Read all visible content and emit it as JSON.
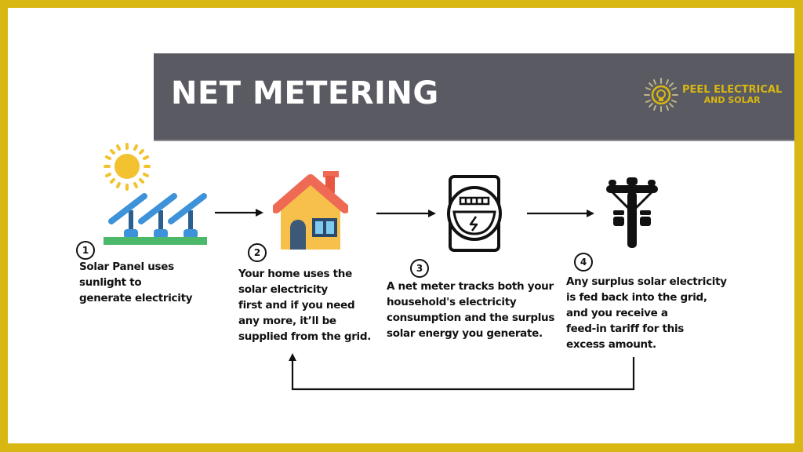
{
  "header": {
    "title": "NET METERING",
    "logo": {
      "line1": "PEEL ELECTRICAL",
      "line2": "AND SOLAR",
      "icon": "sun-bulb-icon"
    }
  },
  "colors": {
    "border": "#D9B713",
    "header_bg": "#5A5A62",
    "title": "#FFFFFF",
    "logo": "#D9B713"
  },
  "steps": [
    {
      "number": "1",
      "icon": "solar-panel-icon",
      "lines": [
        "Solar Panel uses",
        "sunlight to",
        "generate electricity"
      ]
    },
    {
      "number": "2",
      "icon": "house-icon",
      "lines": [
        "Your home uses the",
        "solar electricity",
        "first and if you need",
        "any more, it’ll be",
        "supplied from the grid."
      ]
    },
    {
      "number": "3",
      "icon": "electric-meter-icon",
      "lines": [
        "A net meter tracks both your",
        "household's electricity",
        "consumption and the surplus",
        "solar energy you generate."
      ]
    },
    {
      "number": "4",
      "icon": "utility-pole-icon",
      "lines": [
        "Any surplus solar electricity",
        "is fed back into the grid,",
        "and you receive a",
        "feed-in tariff for this",
        "excess amount."
      ]
    }
  ]
}
